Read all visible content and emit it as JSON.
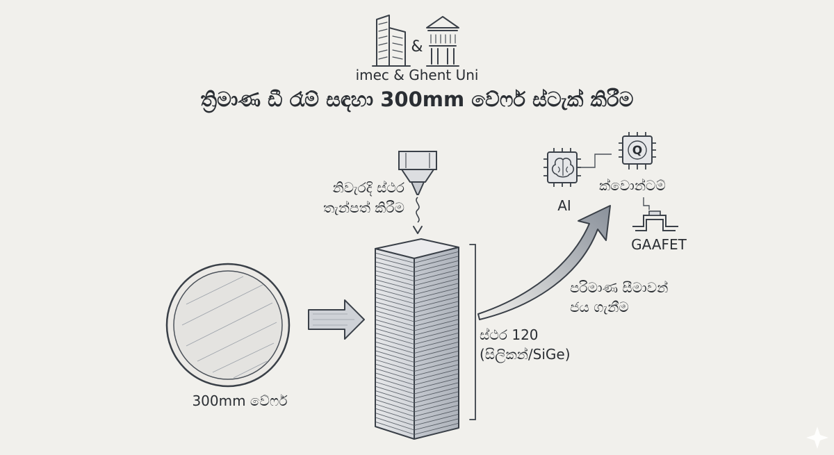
{
  "header": {
    "org_label": "imec & Ghent Uni",
    "ampersand": "&",
    "title": "ත්‍රිමාණ ඩී රෑම් සඳහා 300mm වේෆර් ස්ටැක් කිරීම"
  },
  "wafer": {
    "label": "300mm වේෆර්"
  },
  "deposition": {
    "label_line1": "නිවැරදි ස්ථර",
    "label_line2": "තැන්පත් කිරීම"
  },
  "stack": {
    "label_line1": "ස්ථර 120",
    "label_line2": "(සිලිකන්/SiGe)",
    "layer_count": 120
  },
  "scaling": {
    "label_line1": "පරිමාණ සීමාවන්",
    "label_line2": "ජය ගැනීම"
  },
  "applications": {
    "ai_label": "AI",
    "quantum_label": "ක්වොන්ටම්",
    "quantum_chip_letter": "Q",
    "gaafet_label": "GAAFET"
  },
  "icons": [
    "buildings-icon",
    "university-icon",
    "wafer-icon",
    "right-arrow-icon",
    "deposition-nozzle-icon",
    "layer-stack-icon",
    "growth-arrow-icon",
    "brain-chip-icon",
    "quantum-chip-icon",
    "gaafet-transistor-icon",
    "sparkle-icon"
  ],
  "colors": {
    "background": "#f1f0ec",
    "ink": "#2a2e33",
    "accent": "#3e4a5c"
  }
}
